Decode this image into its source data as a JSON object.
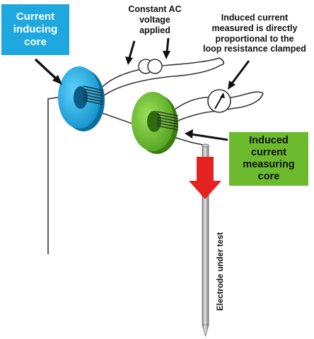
{
  "labels": {
    "inducing_core": "Current\ninducing\ncore",
    "ac_voltage": "Constant AC\nvoltage\napplied",
    "induced_current": "Induced current\nmeasured is directly\nproportional to the\nloop resistance clamped",
    "measuring_core": "Induced\ncurrent\nmeasuring\ncore",
    "electrode": "Electrode under test"
  },
  "colors": {
    "inducing_core": "#1fa8df",
    "measuring_core": "#6cbb2e",
    "arrow": "#e4221f",
    "wire": "#333333",
    "electrode": "#b9b9b9"
  },
  "icons": [
    "ac-source-icon",
    "ammeter-icon",
    "down-arrow-icon"
  ]
}
